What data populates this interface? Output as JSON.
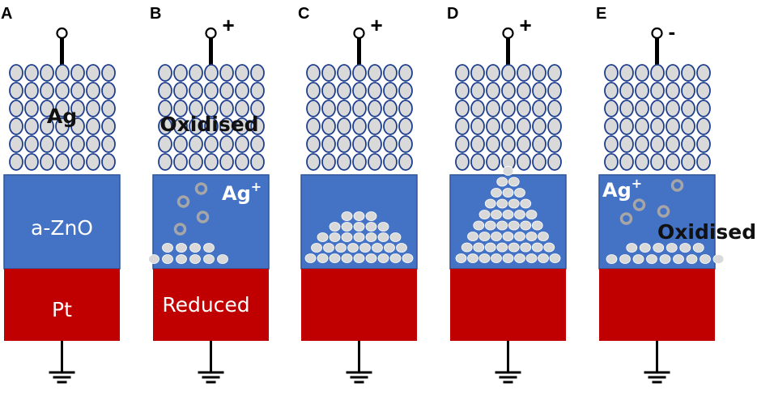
{
  "colors": {
    "oxide": "#4472c4",
    "oxide_edge": "#2f5597",
    "electrode": "#c00000",
    "atom_fill": "#d9d9d9",
    "atom_edge": "#1f3f8f",
    "ion_ring": "#a6a6a6",
    "wire": "#000000"
  },
  "panels": [
    {
      "letter": "A",
      "sign": "",
      "labels": {
        "top": "Ag",
        "oxide": "a-ZnO",
        "electrode": "Pt"
      }
    },
    {
      "letter": "B",
      "sign": "+",
      "labels": {
        "top": "Oxidised",
        "oxide_ion": "Ag",
        "oxide_ion_sup": "+",
        "electrode": "Reduced"
      }
    },
    {
      "letter": "C",
      "sign": "+",
      "labels": {}
    },
    {
      "letter": "D",
      "sign": "+",
      "labels": {}
    },
    {
      "letter": "E",
      "sign": "-",
      "labels": {
        "oxide_ion": "Ag",
        "oxide_ion_sup": "+",
        "oxide_right": "Oxidised"
      }
    }
  ],
  "icons": [
    "terminal-icon",
    "ground-icon",
    "silver-atom-icon",
    "silver-ion-icon"
  ]
}
